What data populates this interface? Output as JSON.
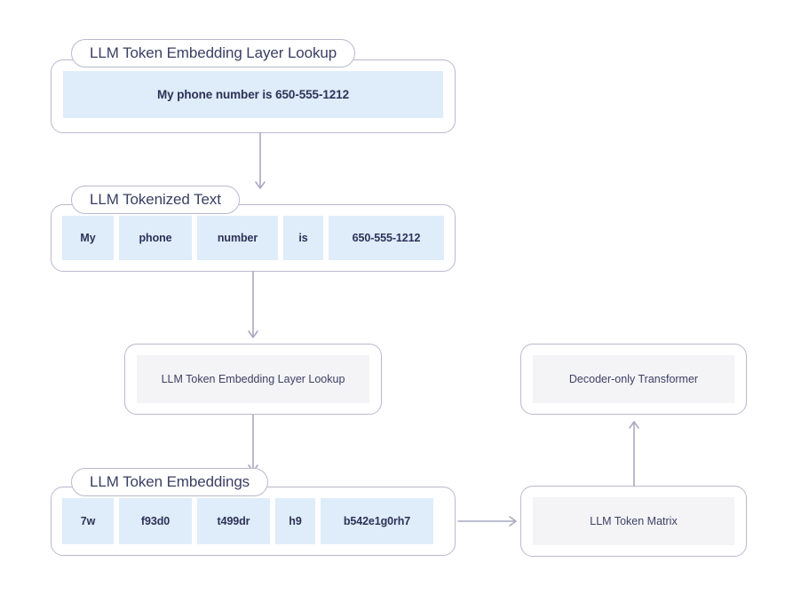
{
  "theme": {
    "background": "#ffffff",
    "outline": "#b9b9cf",
    "connector": "#a9a9c2",
    "panel_blue": "#dfecfa",
    "panel_gray": "#f4f4f7",
    "text_dark": "#2c3257",
    "label_text": "#3a3f63"
  },
  "diagram": {
    "groups": [
      {
        "id": "input-text",
        "label": "LLM Token Embedding Layer Lookup",
        "content_text": "My phone number is 650-555-1212"
      },
      {
        "id": "tokenized-text",
        "label": "LLM Tokenized Text",
        "tokens": [
          "My",
          "phone",
          "number",
          "is",
          "650-555-1212"
        ]
      },
      {
        "id": "token-embeddings",
        "label": "LLM Token Embeddings",
        "tokens": [
          "7w",
          "f93d0",
          "t499dr",
          "h9",
          "b542e1g0rh7"
        ]
      }
    ],
    "boxes": [
      {
        "id": "embedding-lookup",
        "text": "LLM Token Embedding Layer Lookup"
      },
      {
        "id": "decoder-only-transformer",
        "text": "Decoder-only Transformer"
      },
      {
        "id": "llm-token-matrix",
        "text": "LLM Token Matrix"
      }
    ],
    "connectors": [
      {
        "id": "input-to-tokenized",
        "direction": "down"
      },
      {
        "id": "tokenized-to-lookup",
        "direction": "down"
      },
      {
        "id": "lookup-to-embeddings",
        "direction": "down"
      },
      {
        "id": "embeddings-to-matrix",
        "direction": "right"
      },
      {
        "id": "matrix-to-decoder",
        "direction": "up"
      }
    ]
  }
}
